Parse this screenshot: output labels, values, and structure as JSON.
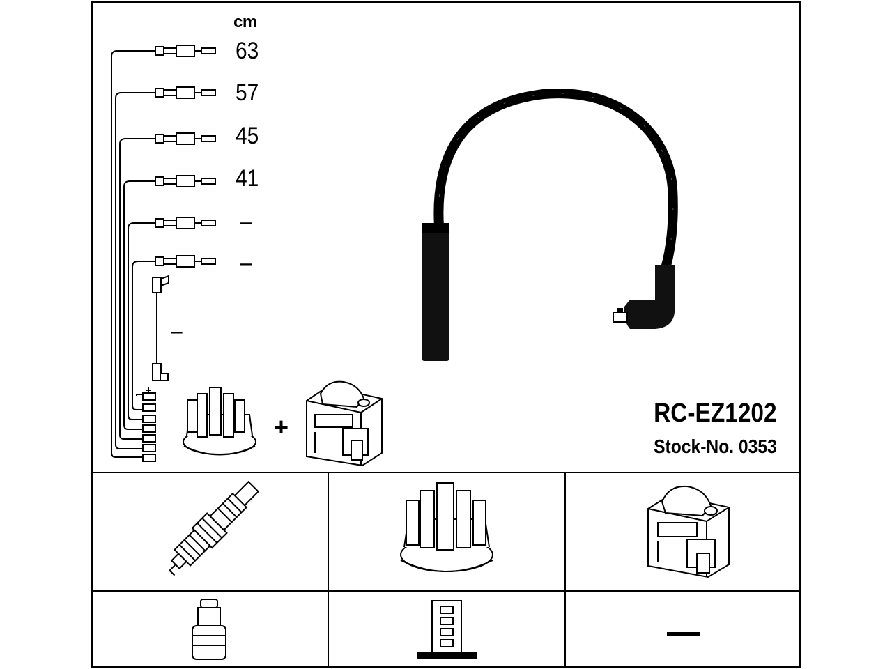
{
  "header": {
    "unit_label": "cm",
    "lengths": [
      "63",
      "57",
      "45",
      "41",
      "–",
      "–"
    ],
    "coil_lead_length": "–"
  },
  "product": {
    "code": "RC-EZ1202",
    "stock_number": "Stock-No. 0353"
  },
  "plus_sign": "+",
  "components": {
    "spark_plug": "spark-plug-icon",
    "distributor_cap": "distributor-cap-icon",
    "ignition_coil": "ignition-coil-icon",
    "plug_connector": "plug-terminal-icon",
    "cap_connector": "cap-terminal-icon",
    "coil_connector": "–"
  },
  "colors": {
    "line": "#000000",
    "background": "#ffffff"
  }
}
